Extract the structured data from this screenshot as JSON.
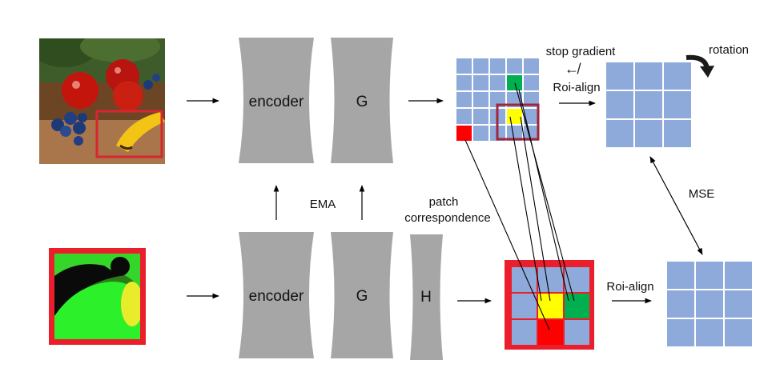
{
  "labels": {
    "encoder_top": "encoder",
    "g_top": "G",
    "encoder_bottom": "encoder",
    "g_bottom": "G",
    "h": "H",
    "ema": "EMA",
    "patch_correspondence_line1": "patch",
    "patch_correspondence_line2": "correspondence",
    "stop_gradient": "stop gradient",
    "stop_gradient_symbol": "↚",
    "roi_align_top": "Roi-align",
    "rotation": "rotation",
    "mse": "MSE",
    "roi_align_bottom": "Roi-align"
  },
  "colors": {
    "block": "#a6a6a6",
    "grid_cell": "#8eaadb",
    "highlight_red": "#ff0000",
    "highlight_yellow": "#ffff00",
    "highlight_green": "#00b050",
    "box_outline": "#e8202a",
    "roi_box": "#a1263a",
    "arrow": "#000000"
  },
  "icons": {
    "photo": "fruit-photo-thumbnail",
    "crop": "augmented-crop-thumbnail",
    "rotation": "curved-rotation-arrow-icon"
  }
}
